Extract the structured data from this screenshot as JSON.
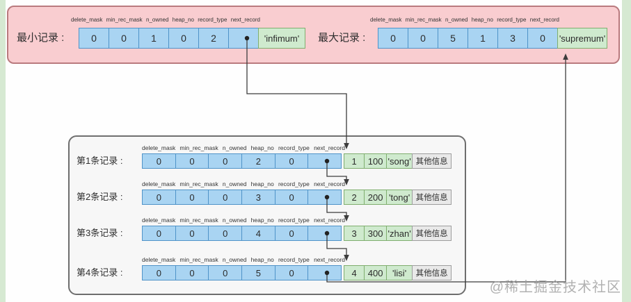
{
  "colors": {
    "pink-fill": "#f9cdd0",
    "pink-border": "#b97a7e",
    "blue-fill": "#a9d4f2",
    "blue-border": "#4f93c8",
    "green-fill": "#cfeace",
    "green-border": "#7fae6e",
    "gray-fill": "#e9e9e9",
    "gray-border": "#9d9d9d",
    "panel-fill": "#f7f7f7",
    "panel-border": "#6e6e6e",
    "strip-green": "#d6e9d2",
    "ink": "#2e2e2e",
    "arrow": "#3c3c3c"
  },
  "field_headers": [
    "delete_mask",
    "min_rec_mask",
    "n_owned",
    "heap_no",
    "record_type",
    "next_record"
  ],
  "top_panel": {
    "min_record": {
      "label": "最小记录 :",
      "values": [
        "0",
        "0",
        "1",
        "0",
        "2"
      ],
      "name_cell": "'infimum'"
    },
    "max_record": {
      "label": "最大记录 :",
      "values": [
        "0",
        "0",
        "5",
        "1",
        "3",
        "0"
      ],
      "name_cell": "'supremum'"
    }
  },
  "records_panel": {
    "rows": [
      {
        "label": "第1条记录 :",
        "values": [
          "0",
          "0",
          "0",
          "2",
          "0"
        ],
        "data_cells": [
          "1",
          "100",
          "'song'"
        ],
        "extra": "其他信息"
      },
      {
        "label": "第2条记录 :",
        "values": [
          "0",
          "0",
          "0",
          "3",
          "0"
        ],
        "data_cells": [
          "2",
          "200",
          "'tong'"
        ],
        "extra": "其他信息"
      },
      {
        "label": "第3条记录 :",
        "values": [
          "0",
          "0",
          "0",
          "4",
          "0"
        ],
        "data_cells": [
          "3",
          "300",
          "'zhan'"
        ],
        "extra": "其他信息"
      },
      {
        "label": "第4条记录 :",
        "values": [
          "0",
          "0",
          "0",
          "5",
          "0"
        ],
        "data_cells": [
          "4",
          "400",
          "'lisi'"
        ],
        "extra": "其他信息"
      }
    ]
  },
  "watermark": "@稀土掘金技术社区"
}
